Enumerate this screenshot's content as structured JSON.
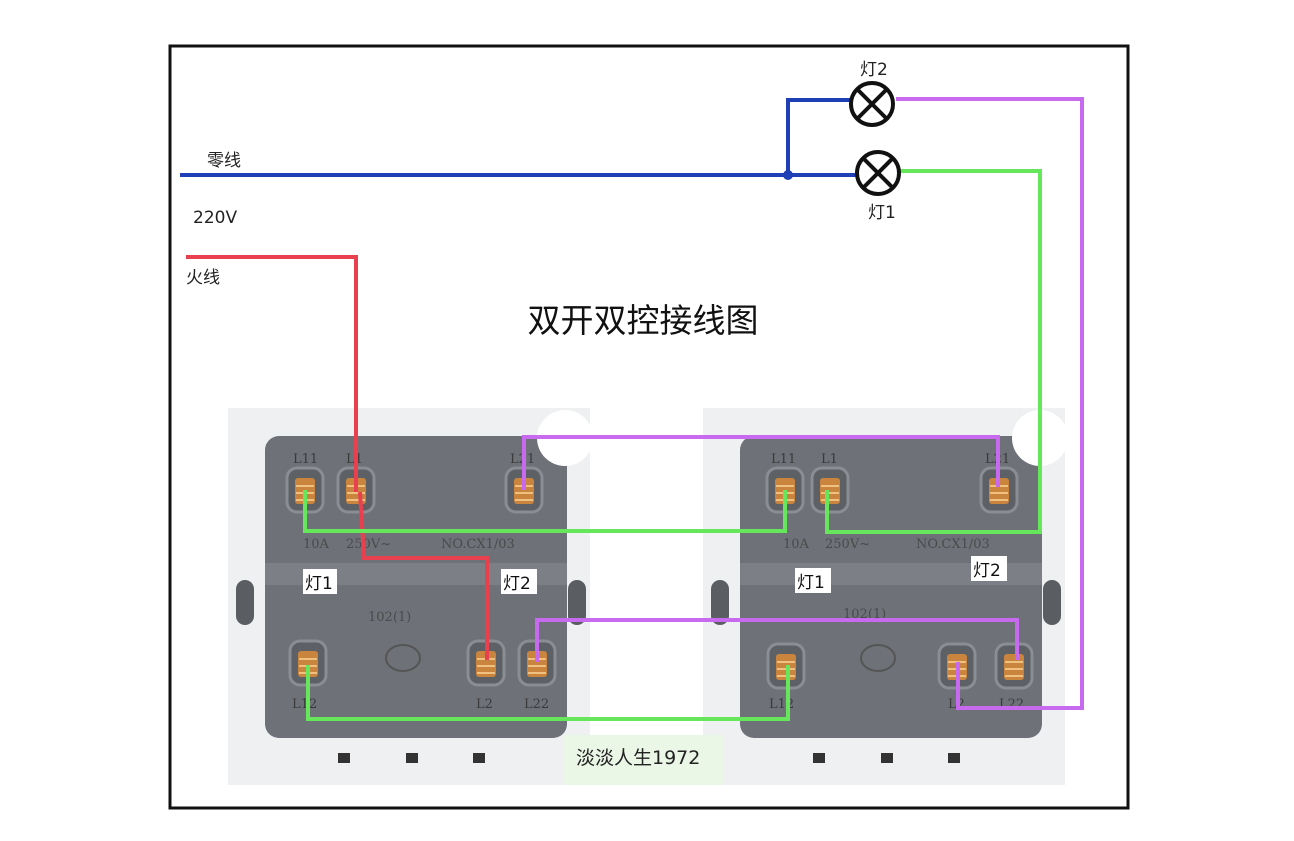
{
  "title": "双开双控接线图",
  "labels": {
    "neutral": "零线",
    "voltage": "220V",
    "live": "火线",
    "lamp1": "灯1",
    "lamp2": "灯2"
  },
  "switches": [
    {
      "terminals": {
        "top_left": "L11",
        "top_mid": "L1",
        "top_right": "L21",
        "bottom_left": "L12",
        "bottom_mid": "L2",
        "bottom_right": "L22"
      },
      "printed": {
        "rating_a": "10A",
        "rating_v": "250V~",
        "model": "NO.CX1/03",
        "code": "102(1)"
      },
      "tags": {
        "left": "灯1",
        "right": "灯2"
      }
    },
    {
      "terminals": {
        "top_left": "L11",
        "top_mid": "L1",
        "top_right": "L21",
        "bottom_left": "L12",
        "bottom_mid": "L2",
        "bottom_right": "L22"
      },
      "printed": {
        "rating_a": "10A",
        "rating_v": "250V~",
        "model": "NO.CX1/03",
        "code": "102(1)"
      },
      "tags": {
        "left": "灯1",
        "right": "灯2"
      }
    }
  ],
  "watermark": "淡淡人生1972",
  "colors": {
    "neutral": "#1e3fb5",
    "live": "#e8404f",
    "green_wire": "#66e65a",
    "magenta_wire": "#c86af0",
    "switch_body": "#6e7278",
    "frame": "#111111"
  }
}
